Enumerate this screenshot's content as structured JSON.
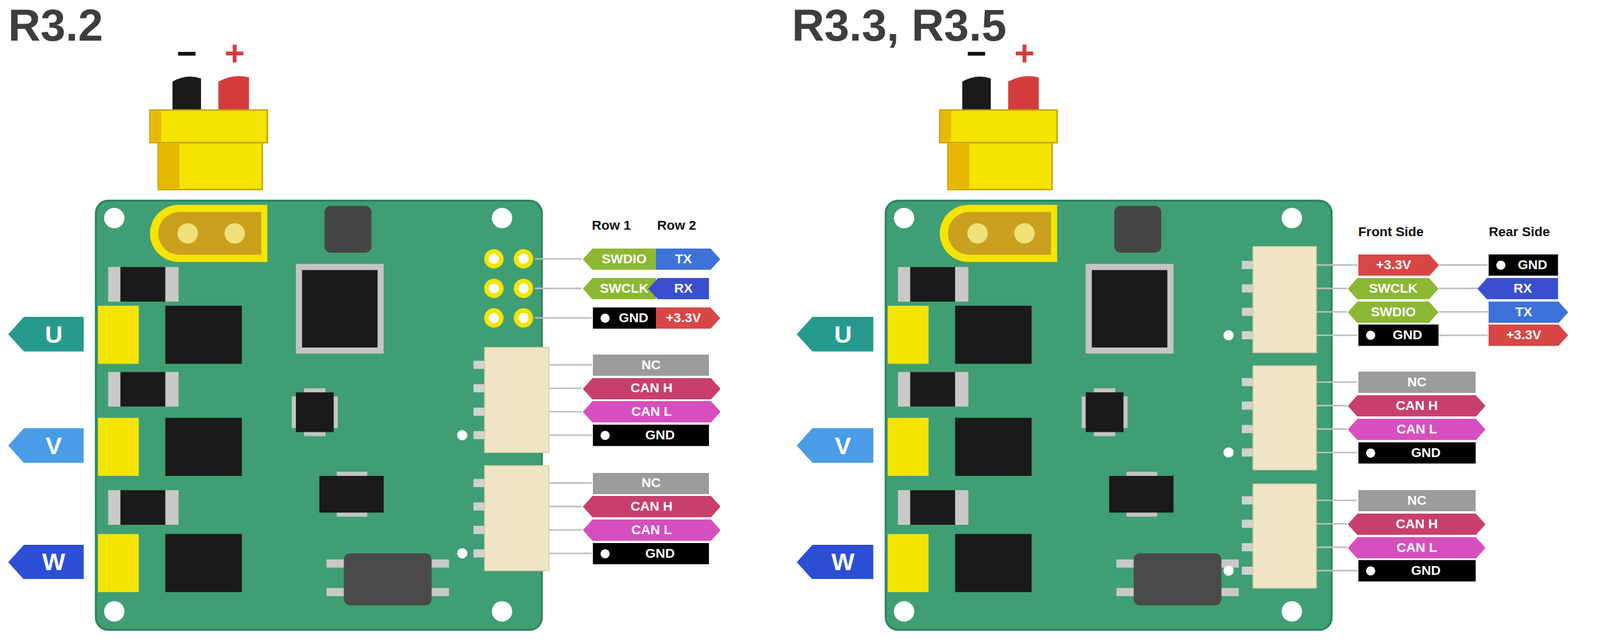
{
  "diagram": {
    "nodes": [
      {
        "text": [
          "U"
        ]
      },
      {
        "text": [
          "V"
        ]
      },
      {
        "text": [
          "W"
        ]
      },
      {
        "text": [
          "SWDIO"
        ]
      },
      {
        "text": [
          "TX"
        ]
      },
      {
        "text": [
          "SWCLK"
        ]
      },
      {
        "text": [
          "RX"
        ]
      },
      {
        "text": [
          "GND"
        ]
      },
      {
        "text": [
          "+3.3V"
        ]
      },
      {
        "text": [
          "NC"
        ]
      },
      {
        "text": [
          "CAN H"
        ]
      },
      {
        "text": [
          "CAN L"
        ]
      },
      {
        "text": [
          "GND"
        ]
      },
      {
        "text": [
          "NC"
        ]
      },
      {
        "text": [
          "CAN H"
        ]
      },
      {
        "text": [
          "CAN L"
        ]
      },
      {
        "text": [
          "GND"
        ]
      },
      {
        "text": [
          "U"
        ]
      },
      {
        "text": [
          "V"
        ]
      },
      {
        "text": [
          "W"
        ]
      },
      {
        "text": [
          "+3.3V"
        ]
      },
      {
        "text": [
          "GND"
        ]
      },
      {
        "text": [
          "SWCLK"
        ]
      },
      {
        "text": [
          "RX"
        ]
      },
      {
        "text": [
          "SWDIO"
        ]
      },
      {
        "text": [
          "TX"
        ]
      },
      {
        "text": [
          "GND"
        ]
      },
      {
        "text": [
          "+3.3V"
        ]
      },
      {
        "text": [
          "NC"
        ]
      },
      {
        "text": [
          "CAN H"
        ]
      },
      {
        "text": [
          "CAN L"
        ]
      },
      {
        "text": [
          "GND"
        ]
      },
      {
        "text": [
          "NC"
        ]
      },
      {
        "text": [
          "CAN H"
        ]
      },
      {
        "text": [
          "CAN L"
        ]
      },
      {
        "text": [
          "GND"
        ]
      }
    ],
    "labels": [
      "R3.2",
      "R3.3, R3.5",
      "−",
      "+",
      "−",
      "+",
      "Row 1",
      "Row 2",
      "Front Side",
      "Rear Side"
    ]
  }
}
